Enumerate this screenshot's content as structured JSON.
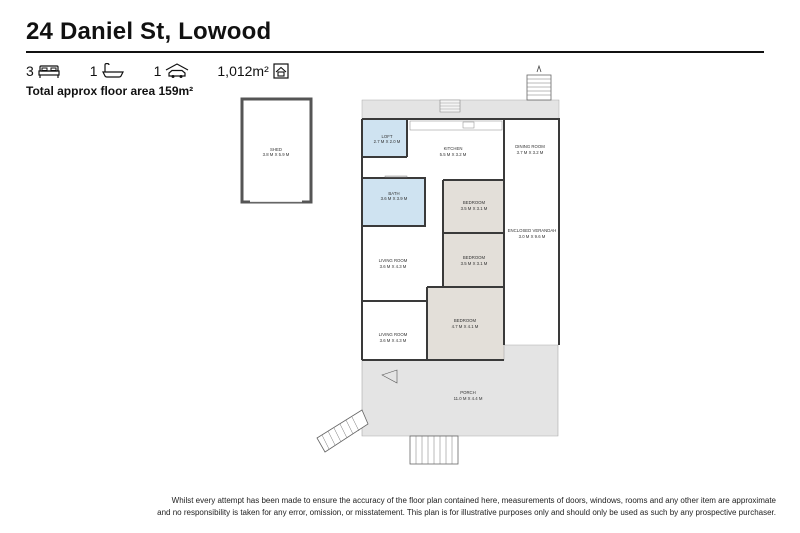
{
  "title": "24 Daniel St, Lowood",
  "stats": {
    "bedrooms": "3",
    "bathrooms": "1",
    "garages": "1",
    "land_area": "1,012m²"
  },
  "icons": [
    "bed-icon",
    "bath-icon",
    "car-icon",
    "land-icon"
  ],
  "floor_area": "Total approx floor area 159m²",
  "rooms": {
    "shed": {
      "name": "SHED",
      "dims": "3.8 M X 5.9 M"
    },
    "loft": {
      "name": "LOFT",
      "dims": "2.7 M X 2.0 M"
    },
    "kitchen": {
      "name": "KITCHEN",
      "dims": "5.5 M X 3.2 M"
    },
    "dining": {
      "name": "DINING ROOM",
      "dims": "3.7 M X 3.2 M"
    },
    "bath": {
      "name": "BATH",
      "dims": "3.6 M X 3.9 M"
    },
    "bedroom1": {
      "name": "BEDROOM",
      "dims": "3.5 M X 3.1 M"
    },
    "bedroom2": {
      "name": "BEDROOM",
      "dims": "3.5 M X 3.1 M"
    },
    "bedroom3": {
      "name": "BEDROOM",
      "dims": "4.7 M X 4.1 M"
    },
    "verandah": {
      "name": "ENCLOSED VERANDAH",
      "dims": "3.0 M X 9.6 M"
    },
    "living1": {
      "name": "LIVING ROOM",
      "dims": "3.6 M X 4.3 M"
    },
    "living2": {
      "name": "LIVING ROOM",
      "dims": "3.6 M X 4.3 M"
    },
    "porch": {
      "name": "PORCH",
      "dims": "11.0 M X 4.4 M"
    }
  },
  "colors": {
    "wet_area": "#cfe3f1",
    "bedroom": "#e3dfd9",
    "deck": "#e4e4e4",
    "wall": "#3a3a3a",
    "shed_wall": "#555555"
  },
  "disclaimer": {
    "line1": "Whilst every attempt has been made to ensure the accuracy of the floor plan contained here, measurements of doors, windows, rooms and any other item are approximate",
    "line2": "and no responsibility is taken for any error, omission, or misstatement. This plan is for illustrative purposes only and should only be used as such by any prospective purchaser."
  }
}
